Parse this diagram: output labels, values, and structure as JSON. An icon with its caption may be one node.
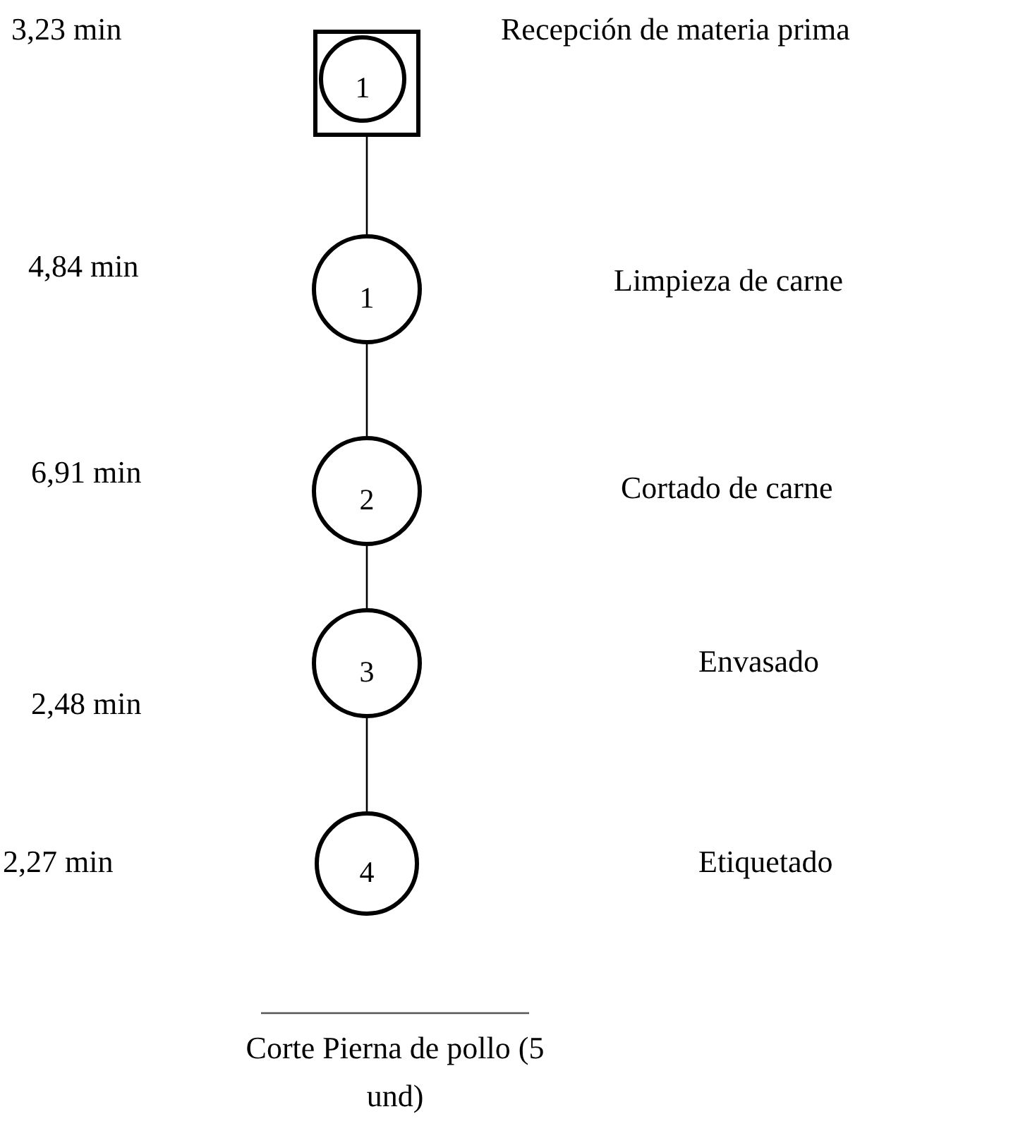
{
  "diagram": {
    "caption": "Corte Pierna de pollo (5 und)",
    "nodes": [
      {
        "text": [],
        "shape": "box"
      },
      {
        "text": [
          "1"
        ],
        "in": 0
      },
      {
        "text": [
          "1"
        ]
      },
      {
        "text": [
          "2"
        ]
      },
      {
        "text": [
          "3"
        ]
      },
      {
        "text": [
          "4"
        ]
      }
    ],
    "edges": [
      {
        "from": 0,
        "to": 2,
        "arrow": "none"
      },
      {
        "from": 2,
        "to": 3,
        "arrow": "none"
      },
      {
        "from": 3,
        "to": 4,
        "arrow": "none"
      },
      {
        "from": 4,
        "to": 5,
        "arrow": "none"
      }
    ],
    "labels": [
      "3,23 min",
      "Recepción de materia prima",
      "4,84 min",
      "Limpieza de carne",
      "6,91 min",
      "Cortado de carne",
      "Envasado",
      "2,48 min",
      "2,27 min",
      "Etiquetado"
    ]
  }
}
